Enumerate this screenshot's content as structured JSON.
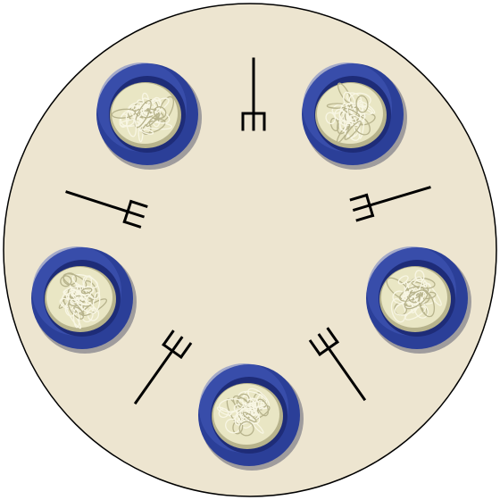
{
  "colors": {
    "table": "#ede5d0",
    "table_border": "#000000",
    "plate_rim": "#2b3f98",
    "plate_inner": "#1e2c78",
    "plate_highlight": "#4a5fc0",
    "noodle_base": "#e9e6c4",
    "noodle_strand": "#f8f6e4",
    "noodle_shadow": "#b7b38c",
    "fork": "#000000"
  },
  "table": {
    "shape": "circle",
    "seats": 5
  },
  "plates": [
    {
      "name": "plate-1",
      "content": "spaghetti"
    },
    {
      "name": "plate-2",
      "content": "spaghetti"
    },
    {
      "name": "plate-3",
      "content": "spaghetti"
    },
    {
      "name": "plate-4",
      "content": "spaghetti"
    },
    {
      "name": "plate-5",
      "content": "spaghetti"
    }
  ],
  "forks": [
    {
      "name": "fork-1"
    },
    {
      "name": "fork-2"
    },
    {
      "name": "fork-3"
    },
    {
      "name": "fork-4"
    },
    {
      "name": "fork-5"
    }
  ]
}
